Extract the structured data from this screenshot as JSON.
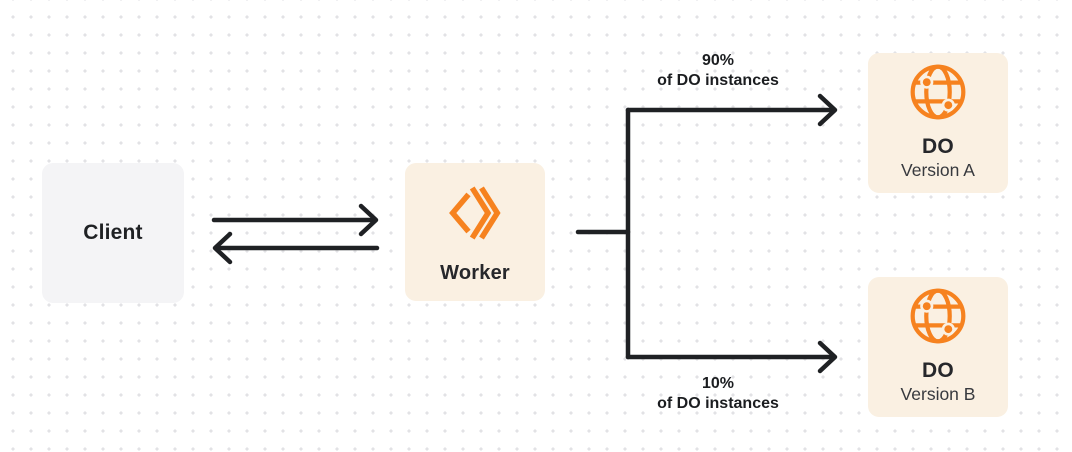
{
  "colors": {
    "background": "#ffffff",
    "grid_dot": "#e2e2e5",
    "client_box_bg": "#f4f4f6",
    "cream_box_bg": "#faf0e2",
    "accent_orange": "#f6821f",
    "line_dark": "#1f2124"
  },
  "nodes": {
    "client": {
      "label": "Client"
    },
    "worker": {
      "label": "Worker",
      "icon": "cloudflare-workers-icon"
    },
    "do_version_a": {
      "title": "DO",
      "subtitle": "Version A",
      "icon": "durable-object-globe-icon"
    },
    "do_version_b": {
      "title": "DO",
      "subtitle": "Version B",
      "icon": "durable-object-globe-icon"
    }
  },
  "edges": {
    "client_worker": {
      "description": "two opposing arrows between Client and Worker"
    },
    "branch_top": {
      "label_line1": "90%",
      "label_line2": "of DO instances",
      "to": "do_version_a"
    },
    "branch_bottom": {
      "label_line1": "10%",
      "label_line2": "of DO instances",
      "to": "do_version_b"
    }
  }
}
